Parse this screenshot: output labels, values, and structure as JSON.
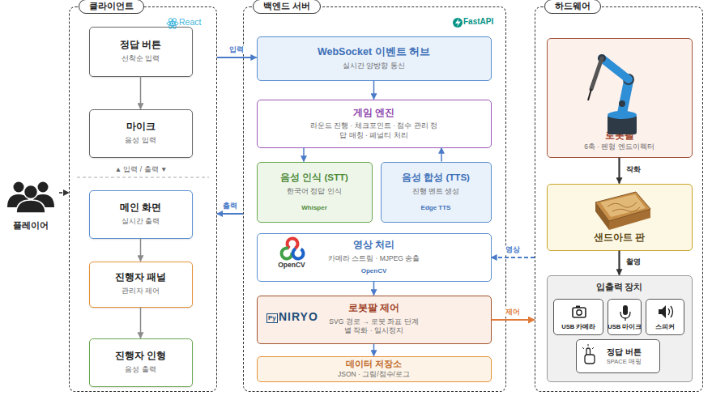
{
  "diagram": {
    "nodes": [
      {
        "text": [
          "플레이어"
        ]
      },
      {
        "text": [
          "클라이언트",
          "React"
        ]
      },
      {
        "text": [
          "정답 버튼",
          "선착순 입력"
        ],
        "in": 1
      },
      {
        "text": [
          "마이크",
          "음성 입력"
        ],
        "in": 1
      },
      {
        "text": [
          "메인 화면",
          "실시간 출력"
        ],
        "in": 1
      },
      {
        "text": [
          "진행자 패널",
          "관리자 제어"
        ],
        "in": 1
      },
      {
        "text": [
          "진행자 인형",
          "음성 출력"
        ],
        "in": 1
      },
      {
        "text": [
          "백엔드 서버",
          "FastAPI"
        ]
      },
      {
        "text": [
          "WebSocket 이벤트 허브",
          "실시간 양방향 통신"
        ],
        "in": 7
      },
      {
        "text": [
          "게임 엔진",
          "라운드 진행 · 체크포인트 · 점수 관리 정답 매칭 · 페널티 처리"
        ],
        "in": 7
      },
      {
        "text": [
          "음성 인식 (STT)",
          "한국어 정답 인식",
          "Whisper"
        ],
        "in": 7
      },
      {
        "text": [
          "음성 합성 (TTS)",
          "진행 멘트 생성",
          "Edge TTS"
        ],
        "in": 7
      },
      {
        "text": [
          "영상 처리",
          "카메라 스트림 · MJPEG 송출",
          "OpenCV",
          "OpenCV"
        ],
        "in": 7
      },
      {
        "text": [
          "로봇팔 제어",
          "SVG 경로 → 로봇 좌표 단계별 작화 · 일시정지",
          "Py",
          "NIRYO"
        ],
        "in": 7
      },
      {
        "text": [
          "데이터 저장소",
          "JSON · 그림/점수/로그"
        ],
        "in": 7
      },
      {
        "text": [
          "하드웨어"
        ]
      },
      {
        "text": [
          "로봇팔",
          "6축 · 펜형 엔드이펙터"
        ],
        "in": 15
      },
      {
        "text": [
          "샌드아트 판"
        ],
        "in": 15
      },
      {
        "text": [
          "입출력 장치"
        ],
        "in": 15
      },
      {
        "text": [
          "USB 카메라"
        ],
        "in": 18
      },
      {
        "text": [
          "USB 마이크"
        ],
        "in": 18
      },
      {
        "text": [
          "스피커"
        ],
        "in": 18
      },
      {
        "text": [
          "정답 버튼",
          "SPACE 매핑"
        ],
        "in": 18
      }
    ],
    "edges": [
      {
        "from": 0,
        "to": 1,
        "arrow": "to"
      },
      {
        "from": 2,
        "to": 3,
        "arrow": "to"
      },
      {
        "from": 4,
        "to": 5,
        "arrow": "to"
      },
      {
        "from": 5,
        "to": 6,
        "arrow": "to"
      },
      {
        "from": 1,
        "to": 8,
        "label": "입력",
        "arrow": "to"
      },
      {
        "from": 7,
        "to": 1,
        "label": "출력",
        "arrow": "to"
      },
      {
        "from": 8,
        "to": 9,
        "arrow": "to"
      },
      {
        "from": 9,
        "to": 10,
        "arrow": "to"
      },
      {
        "from": 11,
        "to": 9,
        "arrow": "to"
      },
      {
        "from": 12,
        "to": 13,
        "arrow": "to"
      },
      {
        "from": 13,
        "to": 14,
        "arrow": "to"
      },
      {
        "from": 15,
        "to": 12,
        "label": "영상",
        "arrow": "to"
      },
      {
        "from": 13,
        "to": 15,
        "label": "제어",
        "arrow": "to"
      },
      {
        "from": 16,
        "to": 17,
        "label": "작화",
        "arrow": "to"
      },
      {
        "from": 17,
        "to": 18,
        "label": "촬영",
        "arrow": "to"
      }
    ],
    "labels": [
      "▲ 입력 / 출력 ▼"
    ]
  }
}
